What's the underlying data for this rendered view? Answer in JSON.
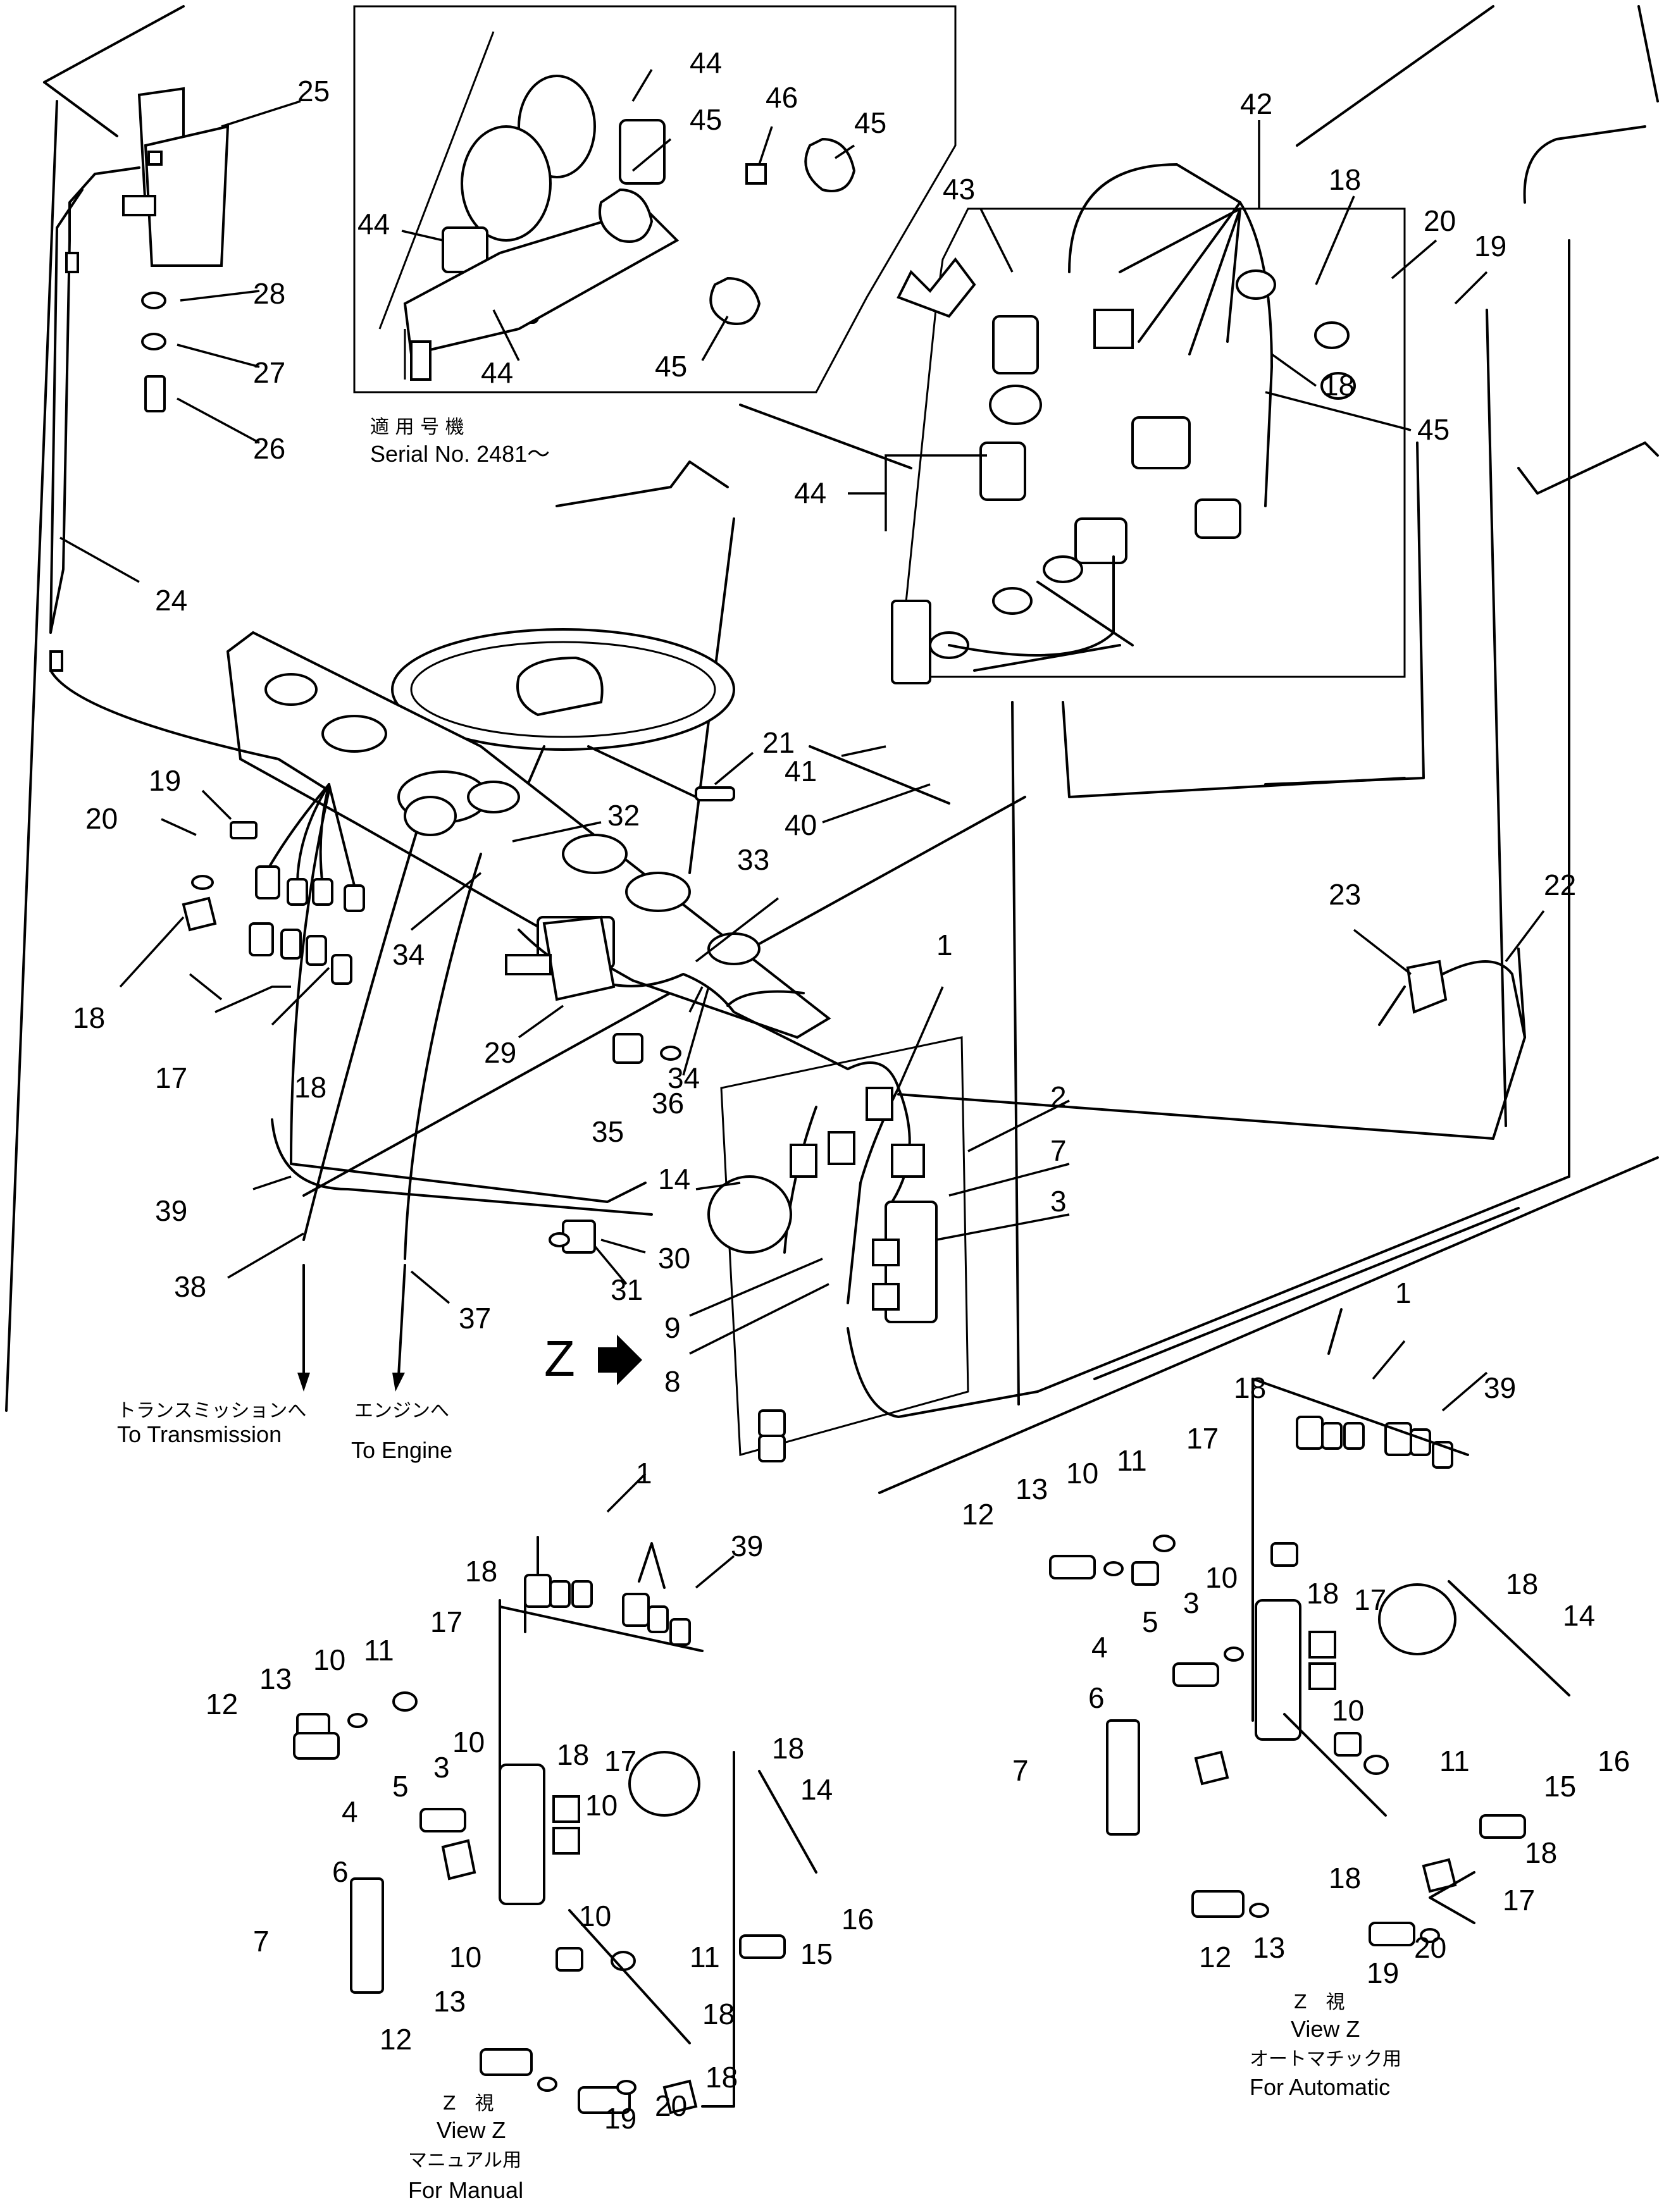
{
  "diagram": {
    "inset_caption_jp": "適 用 号 機",
    "inset_caption_en": "Serial No. 2481～",
    "view_marker": "Z",
    "to_transmission_jp": "トランスミッションへ",
    "to_transmission_en": "To Transmission",
    "to_engine_jp": "エンジンへ",
    "to_engine_en": "To Engine",
    "manual_view_jp": "Z　視",
    "manual_view_en": "View Z",
    "manual_for_jp": "マニュアル用",
    "manual_for_en": "For Manual",
    "auto_view_jp": "Z　視",
    "auto_view_en": "View Z",
    "auto_for_jp": "オートマチック用",
    "auto_for_en": "For Automatic"
  },
  "callouts": {
    "main": [
      "25",
      "28",
      "27",
      "26",
      "24",
      "19",
      "20",
      "18",
      "17",
      "18",
      "21",
      "41",
      "40",
      "32",
      "34",
      "29",
      "33",
      "34",
      "35",
      "36",
      "1",
      "2",
      "7",
      "3",
      "14",
      "9",
      "8",
      "30",
      "31",
      "39",
      "38",
      "37",
      "23",
      "22"
    ],
    "inset": [
      "44",
      "45",
      "46",
      "45",
      "44",
      "44",
      "45"
    ],
    "right_top": [
      "42",
      "43",
      "18",
      "20",
      "19",
      "18",
      "45",
      "44"
    ],
    "manual": [
      "1",
      "39",
      "18",
      "17",
      "11",
      "10",
      "13",
      "12",
      "10",
      "18",
      "17",
      "18",
      "3",
      "5",
      "4",
      "10",
      "14",
      "6",
      "7",
      "15",
      "16",
      "10",
      "10",
      "11",
      "13",
      "12",
      "18",
      "19",
      "20",
      "18"
    ],
    "automatic": [
      "1",
      "39",
      "18",
      "17",
      "11",
      "10",
      "13",
      "12",
      "10",
      "18",
      "17",
      "18",
      "3",
      "5",
      "14",
      "4",
      "6",
      "10",
      "7",
      "11",
      "15",
      "16",
      "18",
      "18",
      "13",
      "12",
      "17",
      "20",
      "19"
    ]
  }
}
